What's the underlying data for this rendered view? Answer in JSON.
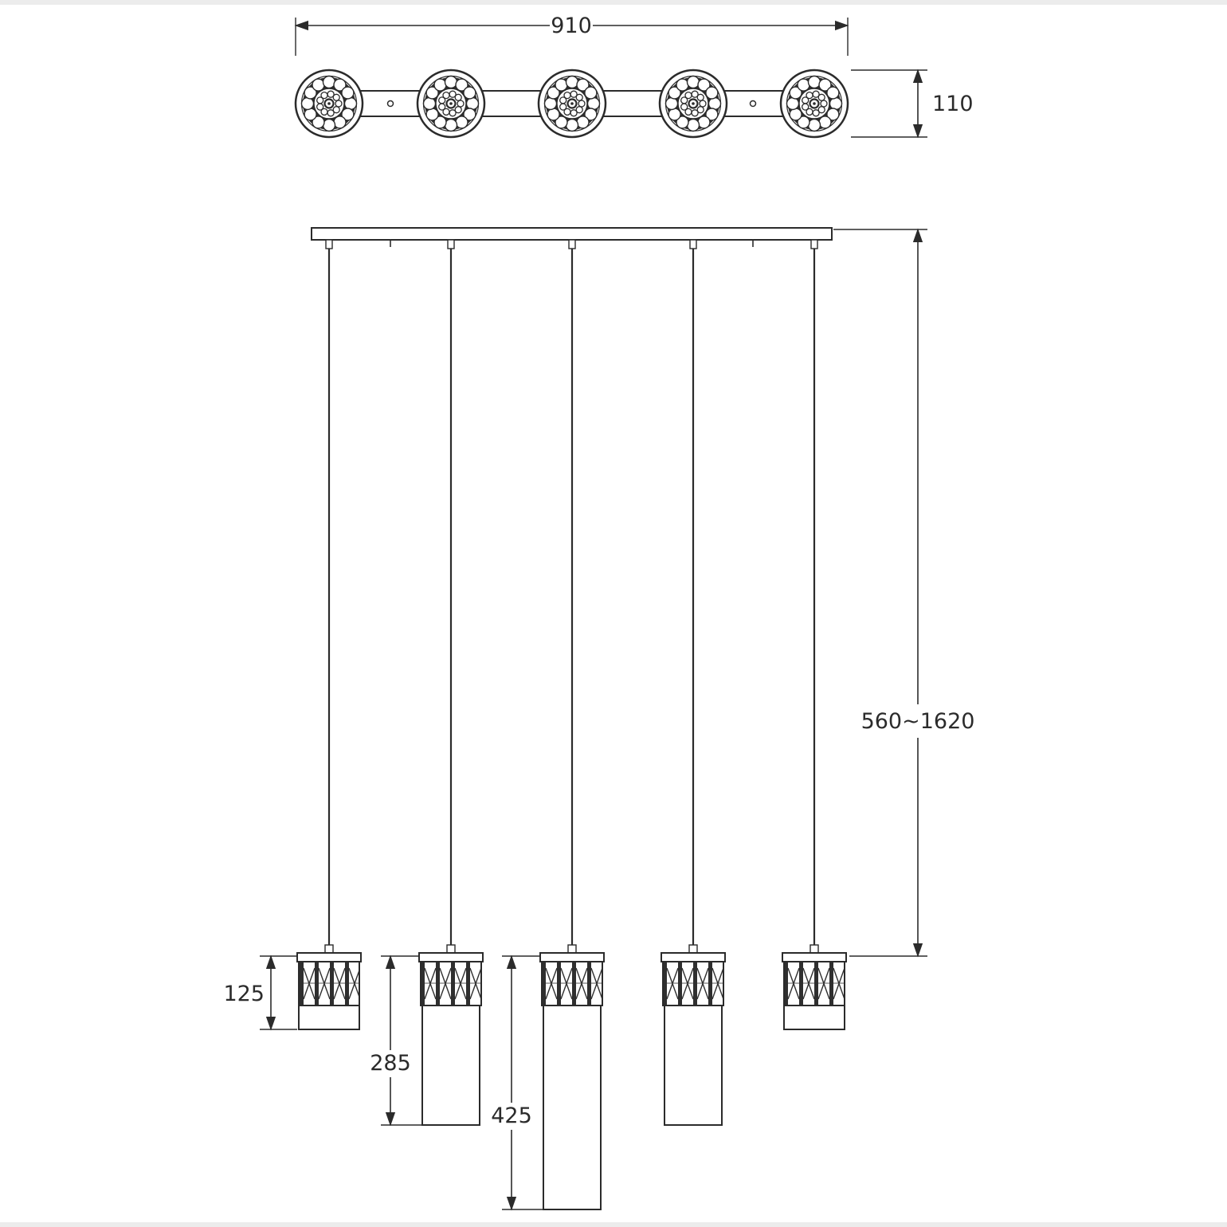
{
  "diagram": {
    "dims": {
      "overall_width": "910",
      "canopy_height": "110",
      "hanging_height": "560~1620",
      "shade_small": "125",
      "shade_medium": "285",
      "shade_large": "425"
    }
  }
}
